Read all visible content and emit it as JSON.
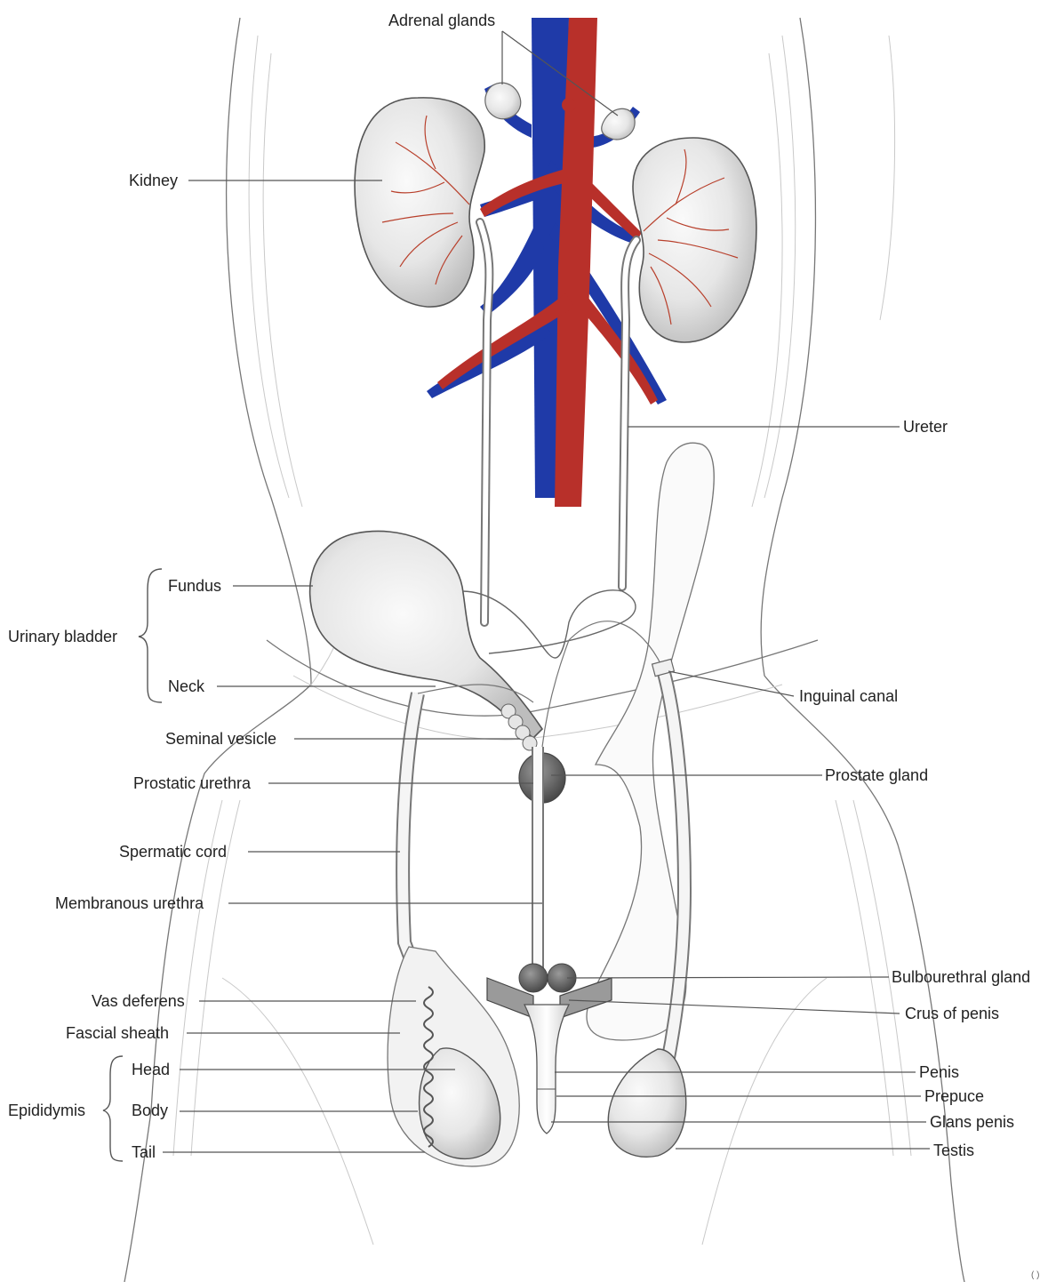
{
  "diagram": {
    "labels": {
      "adrenal_glands": "Adrenal glands",
      "kidney": "Kidney",
      "ureter": "Ureter",
      "fundus": "Fundus",
      "neck": "Neck",
      "inguinal_canal": "Inguinal canal",
      "seminal_vesicle": "Seminal vesicle",
      "prostatic_urethra": "Prostatic urethra",
      "prostate_gland": "Prostate gland",
      "spermatic_cord": "Spermatic cord",
      "membranous_urethra": "Membranous urethra",
      "bulbourethral_gland": "Bulbourethral gland",
      "crus_of_penis": "Crus of penis",
      "vas_deferens": "Vas deferens",
      "fascial_sheath": "Fascial sheath",
      "head": "Head",
      "body": "Body",
      "tail": "Tail",
      "penis": "Penis",
      "prepuce": "Prepuce",
      "glans_penis": "Glans penis",
      "testis": "Testis"
    },
    "groups": {
      "urinary_bladder": "Urinary bladder",
      "epididymis": "Epididymis"
    },
    "corner_mark": "( )",
    "colors": {
      "vein": "#1f3aa8",
      "artery": "#b8302a",
      "kidney_vessels": "#b8402c",
      "organ_shade": "#d9d9d9",
      "ink": "#222222"
    }
  }
}
